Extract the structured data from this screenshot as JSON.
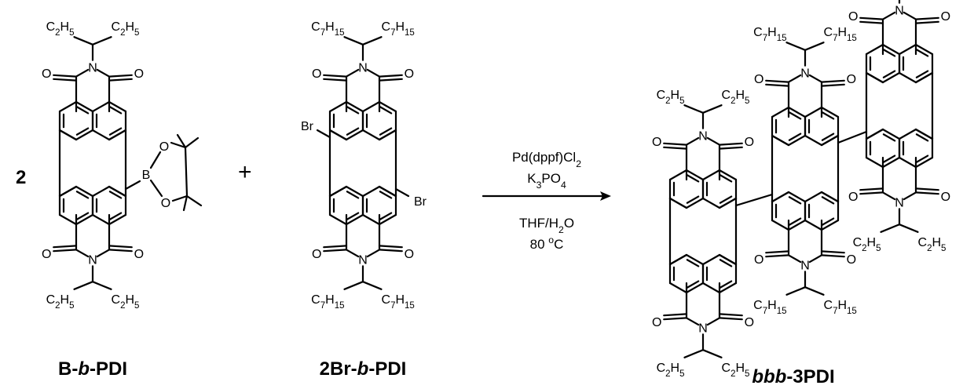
{
  "coefficient": "2",
  "plus": "+",
  "compounds": {
    "reactant1": {
      "name_parts": [
        {
          "t": "B-",
          "i": false
        },
        {
          "t": "b",
          "i": true
        },
        {
          "t": "-PDI",
          "i": false
        }
      ]
    },
    "reactant2": {
      "name_parts": [
        {
          "t": "2Br-",
          "i": false
        },
        {
          "t": "b",
          "i": true
        },
        {
          "t": "-PDI",
          "i": false
        }
      ]
    },
    "product": {
      "name_parts": [
        {
          "t": "bbb",
          "i": true
        },
        {
          "t": "-3PDI",
          "i": false
        }
      ]
    }
  },
  "conditions": {
    "catalyst": [
      {
        "t": "Pd(dppf)Cl",
        "s": ""
      },
      {
        "t": "2",
        "s": "sub"
      }
    ],
    "base": [
      {
        "t": "K",
        "s": ""
      },
      {
        "t": "3",
        "s": "sub"
      },
      {
        "t": "PO",
        "s": ""
      },
      {
        "t": "4",
        "s": "sub"
      }
    ],
    "solvent": [
      {
        "t": "THF/H",
        "s": ""
      },
      {
        "t": "2",
        "s": "sub"
      },
      {
        "t": "O",
        "s": ""
      }
    ],
    "temperature": [
      {
        "t": "80 ",
        "s": ""
      },
      {
        "t": "o",
        "s": "sup"
      },
      {
        "t": "C",
        "s": ""
      }
    ]
  },
  "atoms": {
    "oxygen": "O",
    "nitrogen": "N",
    "boron": "B",
    "bromine": "Br"
  },
  "groups": {
    "ethyl": [
      {
        "t": "C",
        "s": ""
      },
      {
        "t": "2",
        "s": "sub"
      },
      {
        "t": "H",
        "s": ""
      },
      {
        "t": "5",
        "s": "sub"
      }
    ],
    "heptyl": [
      {
        "t": "C",
        "s": ""
      },
      {
        "t": "7",
        "s": "sub"
      },
      {
        "t": "H",
        "s": ""
      },
      {
        "t": "15",
        "s": "sub"
      }
    ]
  }
}
